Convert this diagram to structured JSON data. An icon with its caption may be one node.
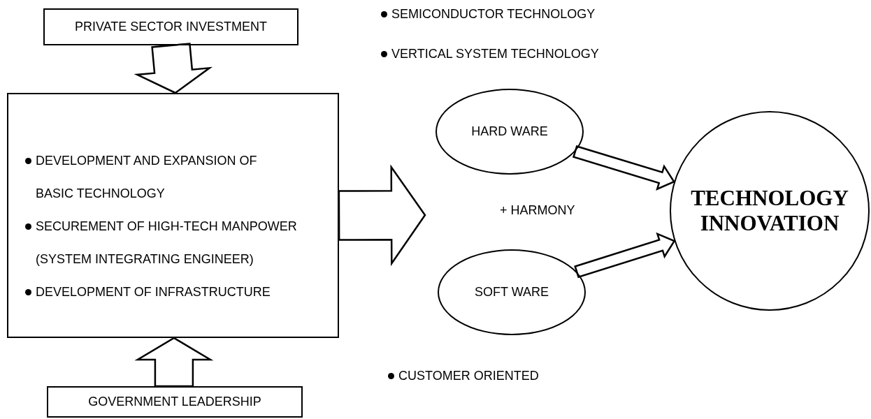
{
  "diagram": {
    "nodes": [
      {
        "text": [
          "PRIVATE SECTOR INVESTMENT"
        ]
      },
      {
        "text": [
          "DEVELOPMENT AND EXPANSION OF BASIC TECHNOLOGY",
          "SECUREMENT OF HIGH-TECH MANPOWER (SYSTEM INTEGRATING ENGINEER)",
          "DEVELOPMENT OF INFRASTRUCTURE"
        ]
      },
      {
        "text": [
          "GOVERNMENT LEADERSHIP"
        ]
      },
      {
        "text": [
          "HARD WARE"
        ]
      },
      {
        "text": [
          "SOFT WARE"
        ]
      },
      {
        "text": [
          "TECHNOLOGY INNOVATION"
        ]
      }
    ],
    "edges": [
      {
        "from": 0,
        "to": 1,
        "arrow": "to"
      },
      {
        "from": 2,
        "to": 1,
        "arrow": "to"
      },
      {
        "from": 1,
        "to": null,
        "arrow": "to"
      },
      {
        "from": 3,
        "to": 5,
        "arrow": "to"
      },
      {
        "from": 4,
        "to": 5,
        "arrow": "to"
      }
    ],
    "labels": [
      "SEMICONDUCTOR TECHNOLOGY",
      "VERTICAL SYSTEM TECHNOLOGY",
      "+ HARMONY",
      "CUSTOMER ORIENTED"
    ]
  }
}
